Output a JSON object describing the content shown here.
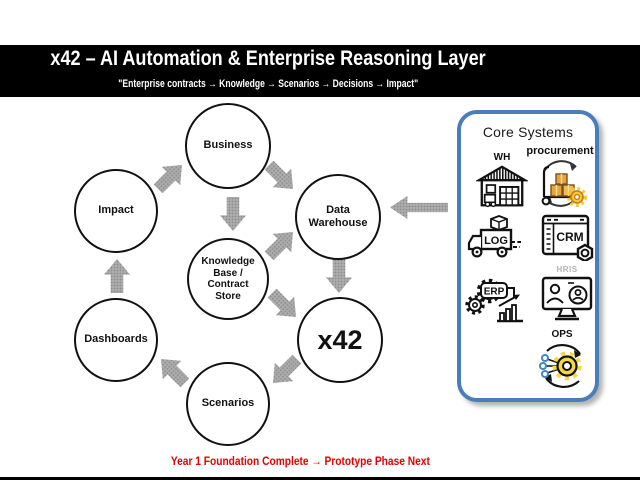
{
  "slide": {
    "title": "x42 – AI Automation & Enterprise Reasoning Layer",
    "subtitle": "\"Enterprise contracts → Knowledge → Scenarios → Decisions → Impact\"",
    "footer_status": "Year 1 Foundation Complete → Prototype Phase Next"
  },
  "cycle": {
    "nodes": {
      "business": "Business",
      "data_warehouse": "Data Warehouse",
      "x42": "x42",
      "scenarios": "Scenarios",
      "dashboards": "Dashboards",
      "impact": "Impact",
      "knowledge": "Knowledge Base / Contract Store"
    }
  },
  "core_systems": {
    "title": "Core Systems",
    "labels": {
      "wh": "WH",
      "procurement": "procurement",
      "log": "LOG",
      "crm": "CRM",
      "erp": "ERP",
      "hris": "HRIS",
      "ops": "OPS"
    }
  },
  "colors": {
    "panel_border": "#4a7ebb",
    "arrow_gray": "#acacac",
    "status_red": "#e60000",
    "box_orange": "#e8a33d",
    "gear_yellow": "#f7d83f",
    "dot_blue": "#3f87c5"
  }
}
